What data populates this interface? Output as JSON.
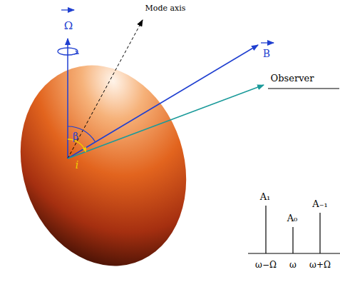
{
  "diagram": {
    "labels": [
      "Ω",
      "Mode axis",
      "B",
      "β",
      "i",
      "Observer",
      "A₁",
      "A₀",
      "A₋₁",
      "ω−Ω",
      "ω",
      "ω+Ω"
    ]
  }
}
